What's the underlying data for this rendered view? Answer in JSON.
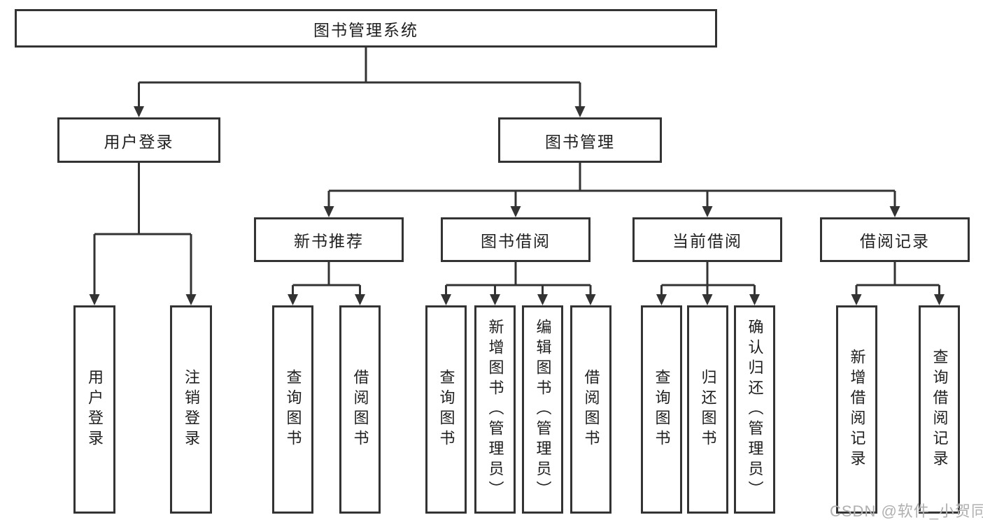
{
  "diagram": {
    "title_node": {
      "label": "图书管理系统"
    },
    "level2": [
      {
        "label": "用户登录"
      },
      {
        "label": "图书管理"
      }
    ],
    "level3": [
      {
        "label": "新书推荐"
      },
      {
        "label": "图书借阅"
      },
      {
        "label": "当前借阅"
      },
      {
        "label": "借阅记录"
      }
    ],
    "leaves": {
      "user_login": [
        "用户登录",
        "注销登录"
      ],
      "new_books": [
        "查询图书",
        "借阅图书"
      ],
      "book_borrow": [
        "查询图书",
        "新增图书（管理员）",
        "编辑图书（管理员）",
        "借阅图书"
      ],
      "current_borrow": [
        "查询图书",
        "归还图书",
        "确认归还（管理员）"
      ],
      "borrow_records": [
        "新增借阅记录",
        "查询借阅记录"
      ]
    }
  },
  "watermark": {
    "text": "CSDN @软件_小贺同学"
  },
  "colors": {
    "line": "#333333",
    "box_border": "#333333",
    "text": "#1f1f1f",
    "watermark_text": "#b0b0b0",
    "background": "#ffffff"
  }
}
